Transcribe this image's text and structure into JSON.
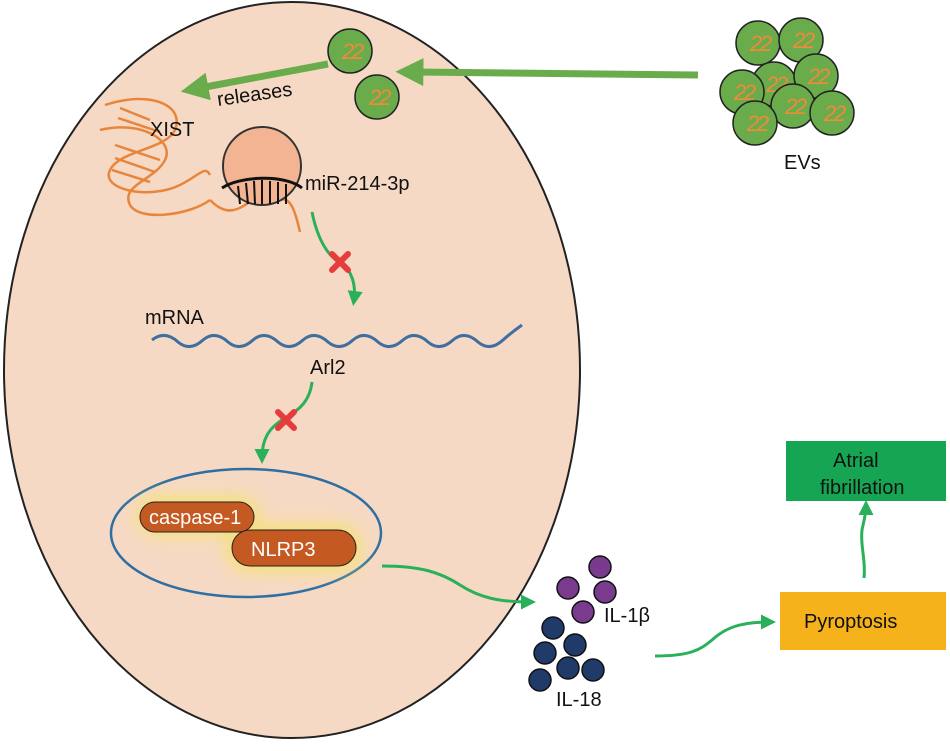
{
  "labels": {
    "releases": "releases",
    "xist": "XIST",
    "mir": "miR-214-3p",
    "mrna": "mRNA",
    "arl2": "Arl2",
    "caspase": "caspase-1",
    "nlrp3": "NLRP3",
    "il1b": "IL-1β",
    "il18": "IL-18",
    "pyroptosis": "Pyroptosis",
    "af_line1": "Atrial",
    "af_line2": "fibrillation",
    "evs": "EVs",
    "ev_glyph": "2"
  },
  "colors": {
    "cell_fill": "#f6d9c4",
    "cell_stroke": "#222222",
    "arrow_green": "#2bb05a",
    "ev_fill": "#6aac4c",
    "ev_glyph": "#f08a3a",
    "xist_orange": "#e9853b",
    "mirna_fill": "#f2b492",
    "mrna_blue": "#3f6f9f",
    "block_red": "#e53c3c",
    "nucleus_stroke": "#2e6fa3",
    "pill_fill": "#c45a22",
    "glow": "#f4e36a",
    "il1b_purple": "#7a3b8f",
    "il18_navy": "#203a6a",
    "pyro_box": "#f6b21b",
    "af_box": "#16a553"
  }
}
